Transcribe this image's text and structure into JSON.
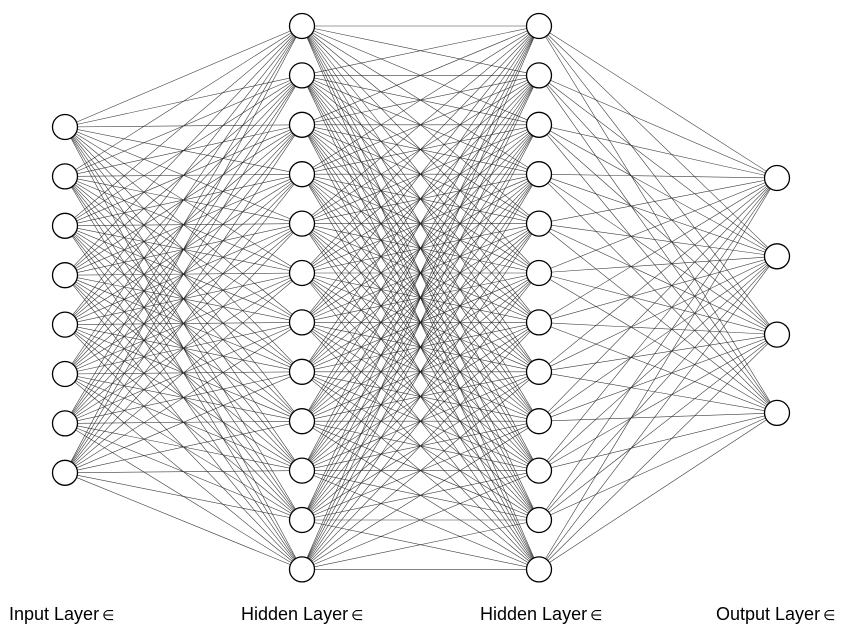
{
  "diagram": {
    "layers": [
      {
        "label": "Input Layer",
        "suffix": "∈",
        "nodes": 8
      },
      {
        "label": "Hidden Layer",
        "suffix": "∈",
        "nodes": 12
      },
      {
        "label": "Hidden Layer",
        "suffix": "∈",
        "nodes": 12
      },
      {
        "label": "Output Layer",
        "suffix": "∈",
        "nodes": 4
      }
    ],
    "connectivity": "fully-connected",
    "colors": {
      "background": "#ffffff",
      "node_fill": "#ffffff",
      "node_stroke": "#000000",
      "edge_stroke": "#1a1a1a",
      "label_text": "#000000"
    }
  }
}
